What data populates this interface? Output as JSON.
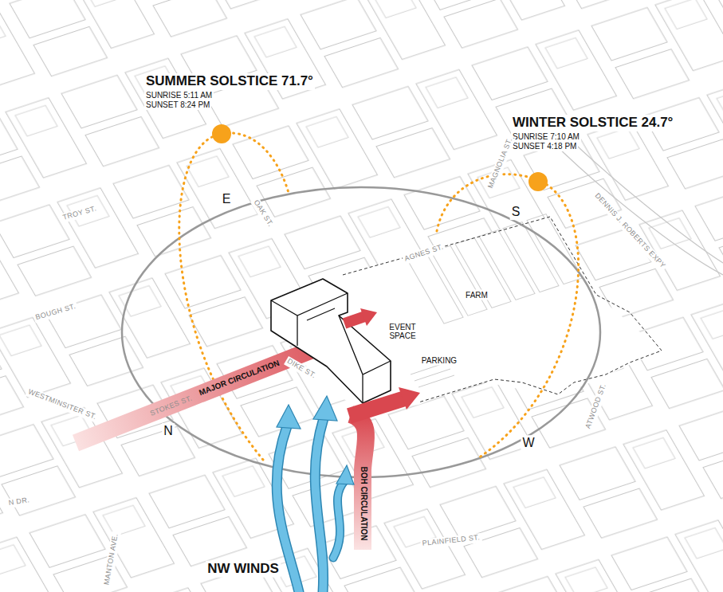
{
  "diagram": {
    "labels": [
      "SUMMER SOLSTICE 71.7°",
      "SUNRISE 5:11 AM",
      "SUNSET 8:24 PM",
      "WINTER SOLSTICE 24.7°",
      "SUNRISE 7:10 AM",
      "SUNSET 4:18 PM",
      "E",
      "S",
      "N",
      "W",
      "TROY ST.",
      "OAK ST.",
      "MAGNOLIA ST.",
      "DENNIS J. ROBERTS EXPY",
      "AGNES ST.",
      "BOUGH ST.",
      "WESTMINSITER ST.",
      "STOKES ST.",
      "DIKE ST.",
      "ATWOOD ST.",
      "PLAINFIELD ST.",
      "MANTON AVE.",
      "N DR.",
      "MAJOR CIRCULATION",
      "BOH CIRCULATION",
      "FARM",
      "EVENT SPACE",
      "PARKING",
      "NW WINDS"
    ]
  }
}
